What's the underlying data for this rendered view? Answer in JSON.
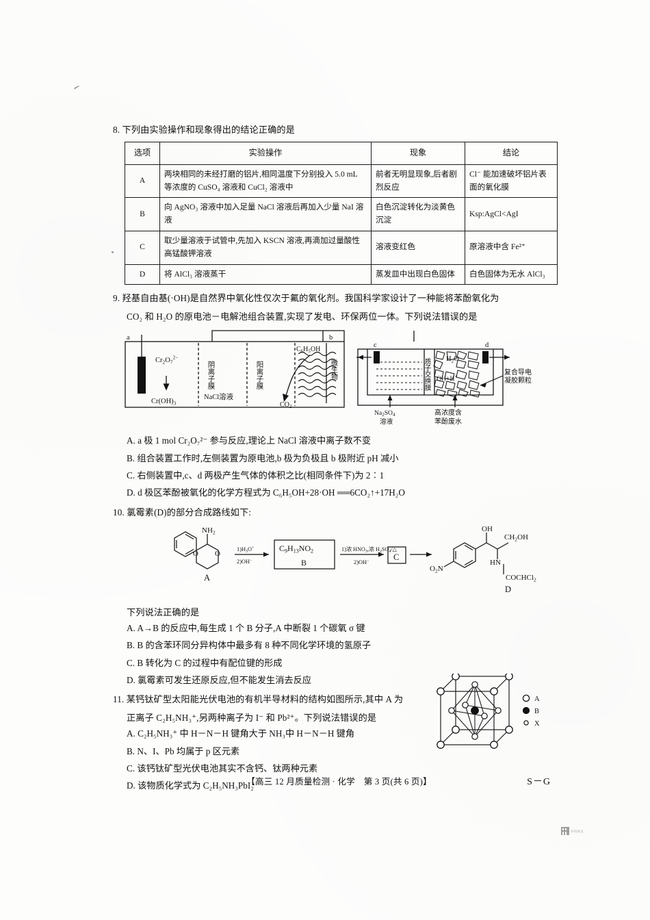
{
  "page": {
    "footer_center": "【高三 12 月质量检测 · 化学　第 3 页(共 6 页)】",
    "footer_right": "S－G",
    "watermark_text": "扫码关注"
  },
  "q8": {
    "number": "8.",
    "stem": "下列由实验操作和现象得出的结论正确的是",
    "table": {
      "headers": [
        "选项",
        "实验操作",
        "现象",
        "结论"
      ],
      "rows": [
        {
          "option": "A",
          "operation": "两块相同的未经打磨的铝片,相同温度下分别投入 5.0 mL 等浓度的 CuSO₄ 溶液和 CuCl₂ 溶液中",
          "phenomenon": "前者无明显现象,后者剧烈反应",
          "conclusion": "Cl⁻ 能加速破坏铝片表面的氧化膜"
        },
        {
          "option": "B",
          "operation": "向 AgNO₃ 溶液中加入足量 NaCl 溶液后再加入少量 NaI 溶液",
          "phenomenon": "白色沉淀转化为淡黄色沉淀",
          "conclusion": "Ksp:AgCl<AgI"
        },
        {
          "option": "C",
          "operation": "取少量溶液于试管中,先加入 KSCN 溶液,再滴加过量酸性高锰酸钾溶液",
          "phenomenon": "溶液变红色",
          "conclusion": "原溶液中含 Fe²⁺"
        },
        {
          "option": "D",
          "operation": "将 AlCl₃ 溶液蒸干",
          "phenomenon": "蒸发皿中出现白色固体",
          "conclusion": "白色固体为无水 AlCl₃"
        }
      ]
    }
  },
  "q9": {
    "number": "9.",
    "stem_line1": "羟基自由基(·OH)是自然界中氧化性仅次于氟的氧化剂。我国科学家设计了一种能将苯酚氧化为",
    "stem_line2": "CO₂ 和 H₂O 的原电池－电解池组合装置,实现了发电、环保两位一体。下列说法错误的是",
    "figure": {
      "label_a": "a",
      "label_b": "b",
      "label_c": "c",
      "label_d": "d",
      "left_species_top": "Cr₂O₇²⁻",
      "left_species_bottom": "Cr(OH)₃",
      "anion_membrane": "阴离子膜",
      "cation_membrane": "阳离子膜",
      "nacl_solution": "NaCl溶液",
      "phenol_in": "C₆H₅OH",
      "microbe": "微生物",
      "co2_out": "CO₂",
      "proton_membrane": "质子交换膜",
      "water": "H₂O",
      "oh_h": "·OH+H⁺",
      "composite_gel": "复合导电凝胶颗粒",
      "na2so4": "Na₂SO₄溶液",
      "phenol_waste": "高浓度含苯酚废水"
    },
    "options": [
      "A. a 极 1 mol Cr₂O₇²⁻ 参与反应,理论上 NaCl 溶液中离子数不变",
      "B. 组合装置工作时,左侧装置为原电池,b 极为负极且 b 极附近 pH 减小",
      "C. 右侧装置中,c、d 两极产生气体的体积之比(相同条件下)为 2︰1",
      "D. d 极区苯酚被氧化的化学方程式为 C₆H₅OH+28·OH ══6CO₂↑+17H₂O"
    ]
  },
  "q10": {
    "number": "10.",
    "stem": "氯霉素(D)的部分合成路线如下:",
    "scheme": {
      "label_A": "A",
      "label_A_nh2": "NH₂",
      "label_A_o_left": "O",
      "label_A_o_right": "O",
      "cond1_top": "1)H₃O⁺",
      "cond1_bottom": "2)OH⁻",
      "box_B_formula": "C₉H₁₃NO₂",
      "box_B_label": "B",
      "cond2_top": "1)浓 HNO₃,浓 H₂SO₄/△",
      "cond2_bottom": "2)OH⁻",
      "box_C_label": "C",
      "label_D": "D",
      "label_D_oh": "OH",
      "label_D_ch2oh": "CH₂OH",
      "label_D_o2n": "O₂N",
      "label_D_hn": "HN",
      "label_D_cochcl2": "COCHCl₂"
    },
    "prompt": "下列说法正确的是",
    "options": [
      "A. A→B 的反应中,每生成 1 个 B 分子,A 中断裂 1 个碳氧 σ 键",
      "B. B 的含苯环同分异构体中最多有 8 种不同化学环境的氢原子",
      "C. B 转化为 C 的过程中有配位键的形成",
      "D. 氯霉素可发生还原反应,但不能发生消去反应"
    ]
  },
  "q11": {
    "number": "11.",
    "stem_line1": "某钙钛矿型太阳能光伏电池的有机半导材料的结构如图所示,其中 A 为",
    "stem_line2": "正离子 C₂H₅NH₃⁺,另两种离子为 I⁻ 和 Pb²⁺。下列说法错误的是",
    "options": [
      "A. C₂H₅NH₃⁺ 中 H－N－H 键角大于 NH₃中 H－N－H 键角",
      "B. N、I、Pb 均属于 p 区元素",
      "C. 该钙钛矿型光伏电池其实不含钙、钛两种元素",
      "D. 该物质化学式为 C₂H₅NH₃PbI₂"
    ],
    "legend": [
      {
        "symbol": "open-large",
        "label": "A"
      },
      {
        "symbol": "filled",
        "label": "B"
      },
      {
        "symbol": "open-small",
        "label": "X"
      }
    ]
  }
}
